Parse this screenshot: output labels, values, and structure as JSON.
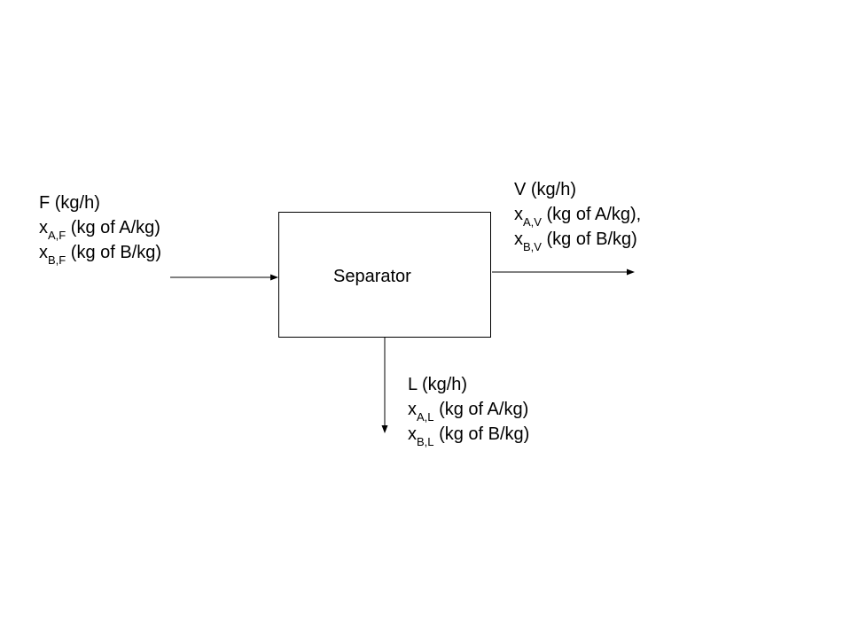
{
  "unit": {
    "name": "Separator"
  },
  "feed": {
    "flow": "F (kg/h)",
    "var_a": "x",
    "sub_a": "A,F",
    "text_a": " (kg of A/kg)",
    "var_b": "x",
    "sub_b": "B,F",
    "text_b": " (kg of B/kg)"
  },
  "vapor": {
    "flow": "V (kg/h)",
    "var_a": "x",
    "sub_a": "A,V",
    "text_a": " (kg of A/kg),",
    "var_b": "x",
    "sub_b": "B,V",
    "text_b": " (kg of B/kg)"
  },
  "liquid": {
    "flow": "L (kg/h)",
    "var_a": "x",
    "sub_a": "A,L",
    "text_a": " (kg of A/kg)",
    "var_b": "x",
    "sub_b": "B,L",
    "text_b": " (kg of B/kg)"
  }
}
